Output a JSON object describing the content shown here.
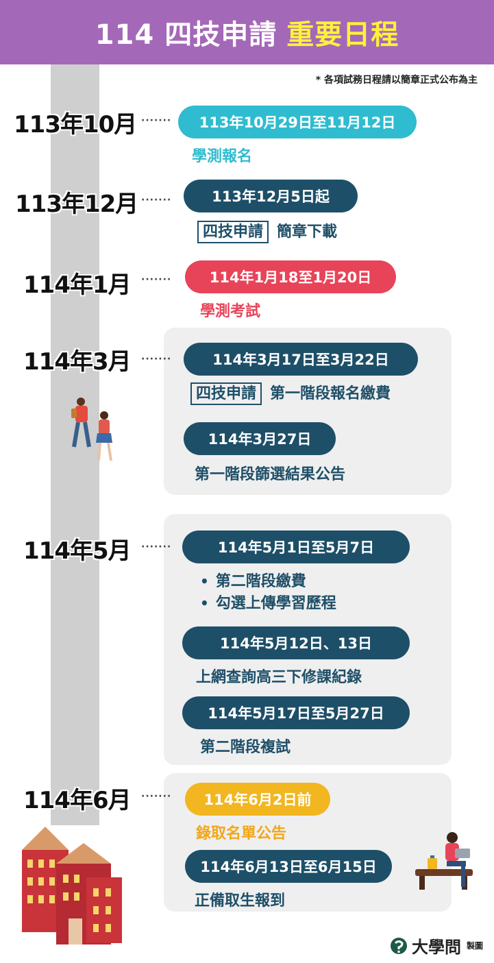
{
  "header": {
    "title_white": "114 四技申請",
    "title_yellow": "重要日程"
  },
  "note": "* 各項試務日程請以簡章正式公布為主",
  "dots": "·······",
  "months": {
    "m1": "113年10月",
    "m2": "113年12月",
    "m3": "114年1月",
    "m4": "114年3月",
    "m5": "114年5月",
    "m6": "114年6月"
  },
  "events": {
    "e1": {
      "date": "113年10月29日至11月12日",
      "label": "學測報名"
    },
    "e2": {
      "date": "113年12月5日起",
      "tag": "四技申請",
      "label": "簡章下載"
    },
    "e3": {
      "date": "114年1月18至1月20日",
      "label": "學測考試"
    },
    "e4": {
      "date": "114年3月17日至3月22日",
      "tag": "四技申請",
      "label": "第一階段報名繳費"
    },
    "e5": {
      "date": "114年3月27日",
      "label": "第一階段篩選結果公告"
    },
    "e6": {
      "date": "114年5月1日至5月7日",
      "bullet": "•",
      "items": [
        "第二階段繳費",
        "勾選上傳學習歷程"
      ]
    },
    "e7": {
      "date": "114年5月12日、13日",
      "label": "上網查詢高三下修課紀錄"
    },
    "e8": {
      "date": "114年5月17日至5月27日",
      "label": "第二階段複試"
    },
    "e9": {
      "date": "114年6月2日前",
      "label": "錄取名單公告"
    },
    "e10": {
      "date": "114年6月13日至6月15日",
      "label": "正備取生報到"
    }
  },
  "brand": {
    "name": "大學問",
    "suffix": "製圖"
  },
  "icons": [
    "walking-students-icon",
    "school-building-icon",
    "student-laptop-icon",
    "brand-logo-icon"
  ],
  "colors": {
    "purple": "#a468b8",
    "yellow": "#fff23a",
    "navy": "#1e4f68",
    "teal": "#2fbcd0",
    "red": "#e84459",
    "gold": "#f2b620"
  }
}
